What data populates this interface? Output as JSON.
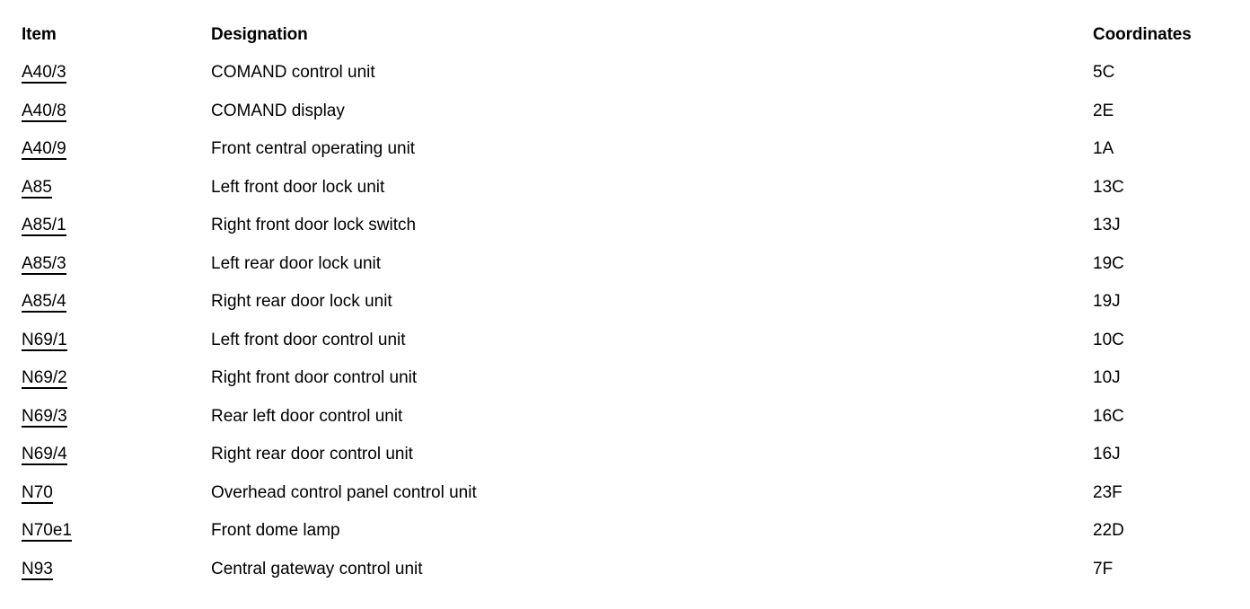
{
  "table": {
    "headers": {
      "item": "Item",
      "designation": "Designation",
      "coordinates": "Coordinates"
    },
    "rows": [
      {
        "item": "A40/3",
        "designation": "COMAND control unit",
        "coordinates": "5C"
      },
      {
        "item": "A40/8",
        "designation": "COMAND display",
        "coordinates": "2E"
      },
      {
        "item": "A40/9",
        "designation": "Front central operating unit",
        "coordinates": "1A"
      },
      {
        "item": "A85",
        "designation": "Left front door lock unit",
        "coordinates": "13C"
      },
      {
        "item": "A85/1",
        "designation": "Right front door lock switch",
        "coordinates": "13J"
      },
      {
        "item": "A85/3",
        "designation": "Left rear door lock unit",
        "coordinates": "19C"
      },
      {
        "item": "A85/4",
        "designation": "Right rear door lock unit",
        "coordinates": "19J"
      },
      {
        "item": "N69/1",
        "designation": "Left front door control unit",
        "coordinates": "10C"
      },
      {
        "item": "N69/2",
        "designation": "Right front door control unit",
        "coordinates": "10J"
      },
      {
        "item": "N69/3",
        "designation": "Rear left door control unit",
        "coordinates": "16C"
      },
      {
        "item": "N69/4",
        "designation": "Right rear door control unit",
        "coordinates": "16J"
      },
      {
        "item": "N70",
        "designation": "Overhead control panel control unit",
        "coordinates": "23F"
      },
      {
        "item": "N70e1",
        "designation": "Front dome lamp",
        "coordinates": "22D"
      },
      {
        "item": "N93",
        "designation": "Central gateway control unit",
        "coordinates": "7F"
      }
    ]
  },
  "colors": {
    "background": "#ffffff",
    "text": "#000000",
    "underline": "#000000"
  }
}
